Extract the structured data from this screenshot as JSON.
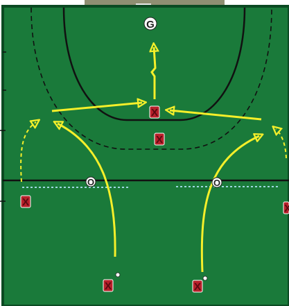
{
  "diagram": {
    "colors": {
      "field": "#1a7a3a",
      "field_edge": "#0b4a22",
      "lines": "#111111",
      "arrows": "#f5ef2a",
      "attacker_fill": "#b7202a",
      "attacker_text": "#8a1020",
      "marker_fill": "#ffffff",
      "marker_text": "#222222",
      "zone_line": "#9fd7e0",
      "photo_strip": "#8f8f72"
    },
    "goalkeeper": {
      "label": "G"
    },
    "defenders": [
      {
        "id": "defender-left",
        "label": "O"
      },
      {
        "id": "defender-right",
        "label": "O"
      }
    ],
    "attackers": [
      {
        "id": "attacker-center",
        "label": "X"
      },
      {
        "id": "attacker-center-low",
        "label": "X"
      },
      {
        "id": "attacker-left-wing",
        "label": "X"
      },
      {
        "id": "attacker-right-wing",
        "label": "X"
      },
      {
        "id": "attacker-left-back",
        "label": "X"
      },
      {
        "id": "attacker-right-back",
        "label": "X"
      }
    ]
  }
}
